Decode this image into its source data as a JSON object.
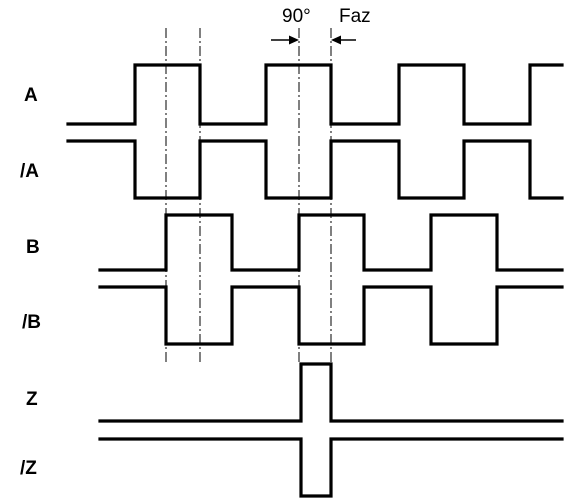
{
  "signals": [
    {
      "key": "A",
      "label": "A"
    },
    {
      "key": "A_inv",
      "label": "/A"
    },
    {
      "key": "B",
      "label": "B"
    },
    {
      "key": "B_inv",
      "label": "/B"
    },
    {
      "key": "Z",
      "label": "Z"
    },
    {
      "key": "Z_inv",
      "label": "/Z"
    }
  ],
  "phase": {
    "degrees_label": "90°",
    "word_label": "Faz"
  },
  "colors": {
    "line": "#000000",
    "background": "#ffffff"
  }
}
